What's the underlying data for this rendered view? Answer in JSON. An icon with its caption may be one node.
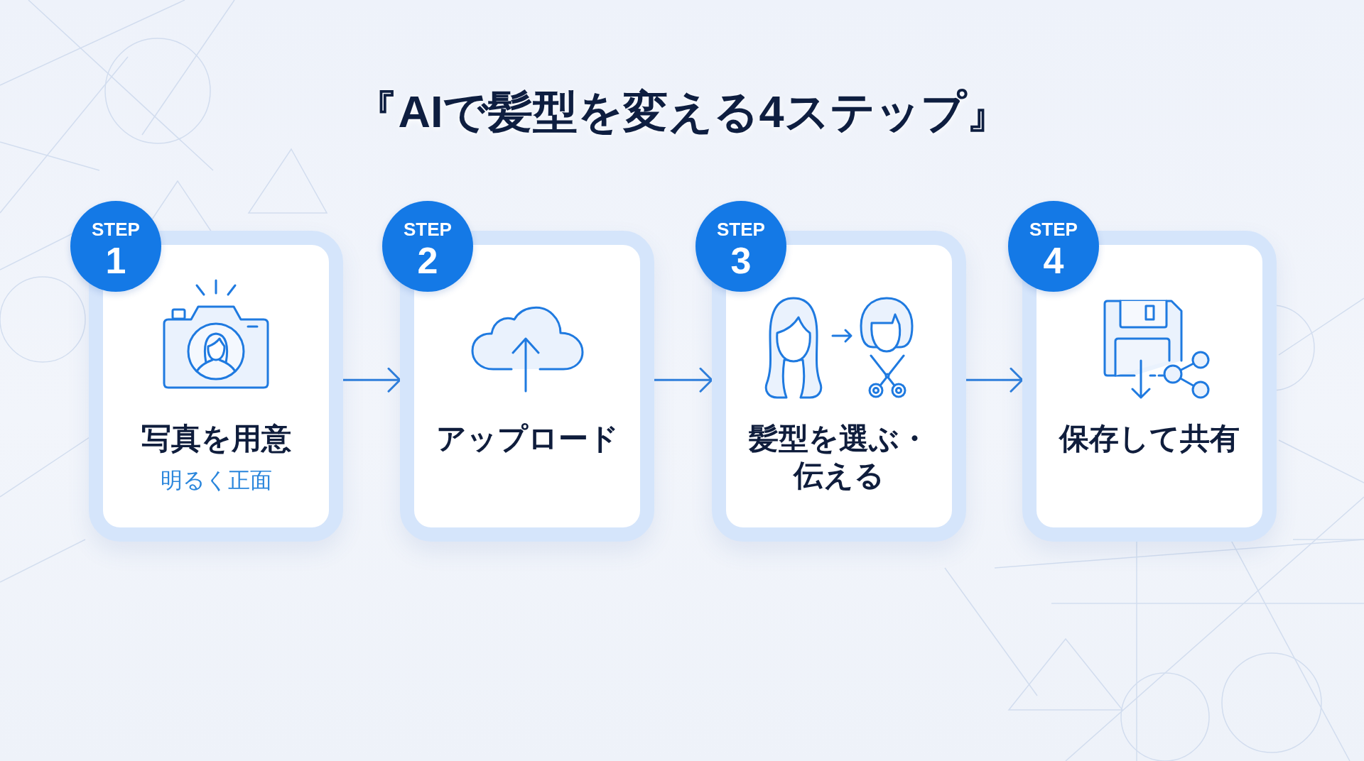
{
  "diagram": {
    "title": "『AIで髪型を変える4ステップ』",
    "nodes": [
      {
        "text": [
          "STEP",
          "1"
        ]
      },
      {
        "text": [
          "写真を用意",
          "明るく正面"
        ]
      },
      {
        "text": [
          "STEP",
          "2"
        ]
      },
      {
        "text": [
          "アップロード"
        ]
      },
      {
        "text": [
          "STEP",
          "3"
        ]
      },
      {
        "text": [
          "髪型を選ぶ・伝える"
        ]
      },
      {
        "text": [
          "STEP",
          "4"
        ]
      },
      {
        "text": [
          "保存して共有"
        ]
      }
    ],
    "edges": [
      {
        "from": 1,
        "to": 3,
        "arrow": "to"
      },
      {
        "from": 3,
        "to": 5,
        "arrow": "to"
      },
      {
        "from": 5,
        "to": 7,
        "arrow": "to"
      }
    ]
  }
}
